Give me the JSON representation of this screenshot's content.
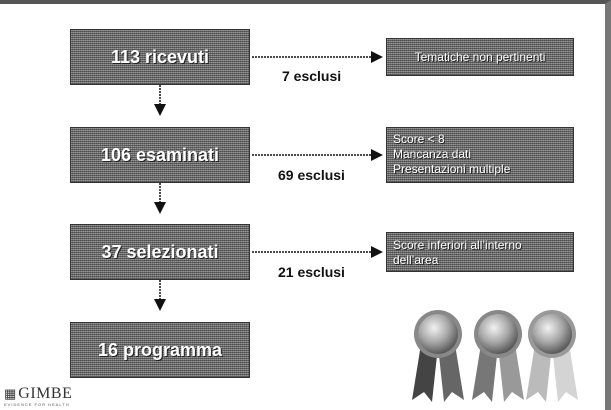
{
  "flow": {
    "boxes": [
      {
        "label": "113 ricevuti"
      },
      {
        "label": "106 esaminati"
      },
      {
        "label": "37 selezionati"
      },
      {
        "label": "16 programma"
      }
    ],
    "exclusions": [
      {
        "label": "7 esclusi"
      },
      {
        "label": "69 esclusi"
      },
      {
        "label": "21 esclusi"
      }
    ],
    "reasons": [
      {
        "lines": [
          "Tematiche non pertinenti"
        ]
      },
      {
        "lines": [
          "Score < 8",
          "Mancanza dati",
          "Presentazioni multiple"
        ]
      },
      {
        "lines": [
          "Score inferiori all’interno",
          "dell’area"
        ]
      }
    ]
  },
  "logo": {
    "text": "GIMBE",
    "sub": "EVIDENCE FOR HEALTH",
    "icon": "gimbe-logo-icon"
  },
  "medals": {
    "count": 3,
    "icon": "award-rosette-icon",
    "colors": [
      "#a0a0a0",
      "#a0a0a0",
      "#a0a0a0"
    ]
  }
}
